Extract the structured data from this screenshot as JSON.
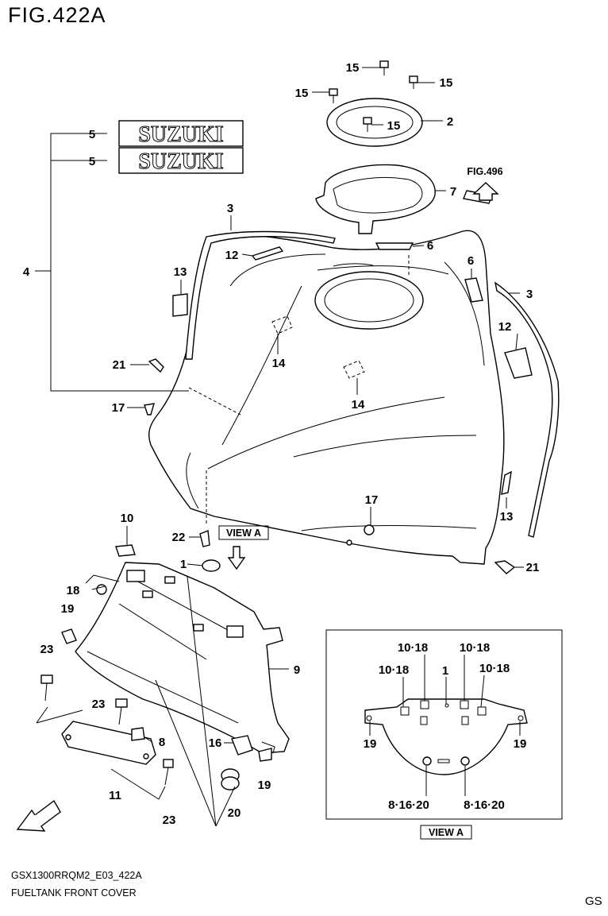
{
  "figure": {
    "title": "FIG.422A",
    "code": "GSX1300RRQM2_E03_422A",
    "description": "FUELTANK FRONT COVER",
    "region": "GS"
  },
  "references": {
    "fig_ref": "FIG.496",
    "view_label": "VIEW A",
    "view_box_label": "VIEW A",
    "fwd_label": "FWD"
  },
  "emblem_text": "SUZUKI",
  "callouts": {
    "c15a": "15",
    "c15b": "15",
    "c15c": "15",
    "c15d": "15",
    "c2": "2",
    "c5a": "5",
    "c5b": "5",
    "c7": "7",
    "c3a": "3",
    "c3b": "3",
    "c4": "4",
    "c6a": "6",
    "c6b": "6",
    "c12a": "12",
    "c12b": "12",
    "c13a": "13",
    "c13b": "13",
    "c14a": "14",
    "c14b": "14",
    "c21a": "21",
    "c21b": "21",
    "c17a": "17",
    "c17b": "17",
    "c10": "10",
    "c22": "22",
    "c1": "1",
    "c18": "18",
    "c19a": "19",
    "c19b": "19",
    "c23a": "23",
    "c23b": "23",
    "c23c": "23",
    "c9": "9",
    "c8": "8",
    "c11": "11",
    "c16": "16",
    "c20": "20"
  },
  "view_a_callouts": {
    "v1": "10·18",
    "v2": "10·18",
    "v3": "10·18",
    "v4": "1",
    "v5": "10·18",
    "v6": "19",
    "v7": "19",
    "v8": "8·16·20",
    "v9": "8·16·20"
  }
}
